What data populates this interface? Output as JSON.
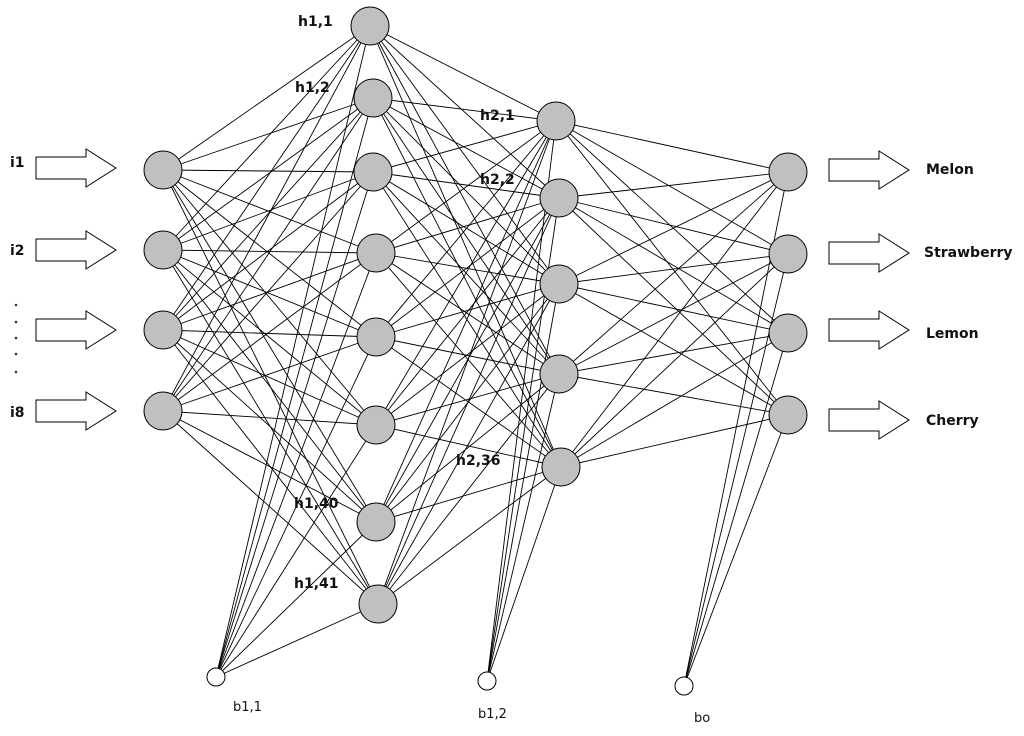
{
  "inputs": {
    "labels": [
      "i1",
      "i2",
      "",
      "i8"
    ],
    "ellipsis": ".\n.\n.\n.\n."
  },
  "hidden1": {
    "labels": [
      "h1,1",
      "h1,2",
      "h1,40",
      "h1,41"
    ]
  },
  "hidden2": {
    "labels": [
      "h2,1",
      "h2,2",
      "h2,36"
    ]
  },
  "outputs": {
    "labels": [
      "Melon",
      "Strawberry",
      "Lemon",
      "Cherry"
    ]
  },
  "biases": {
    "b1": "b1,1",
    "b2": "b1,2",
    "bo": "bo"
  },
  "colors": {
    "node_fill": "#c0c0c0",
    "edge": "#000000",
    "bias_fill": "#ffffff",
    "arrow_fill": "#ffffff"
  }
}
